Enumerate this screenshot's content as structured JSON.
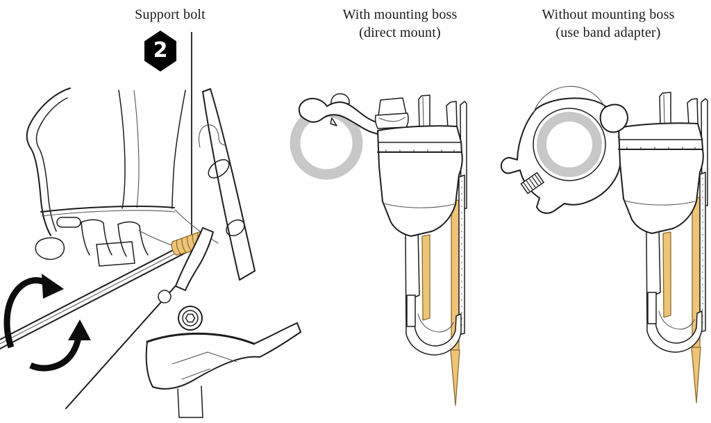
{
  "colors": {
    "line": "#1c1c1c",
    "thin": "#555555",
    "gold": "#eec476",
    "gold-dark": "#8a6a33",
    "ring": "#c8c8c8",
    "arrow": "#0d0d0d",
    "badge-bg": "#000000",
    "badge-fg": "#ffffff",
    "text": "#1a1a1a"
  },
  "panels": {
    "left": {
      "label": "Support bolt",
      "step_badge": "2"
    },
    "middle": {
      "caption": [
        "With mounting boss",
        "(direct mount)"
      ]
    },
    "right": {
      "caption": [
        "Without mounting boss",
        "(use band adapter)"
      ]
    }
  },
  "icons": {
    "step-badge": "black-hexagon-number",
    "support-bolt-callout-line": "vertical-leader-line",
    "hex-wrench": "allen-key-shaft",
    "rotation-arrows": "curved-counterclockwise-arrows",
    "support-bolt": "gold-threaded-bolt",
    "mounting-boss-ring": "gray-tube-cross-section",
    "direct-mount-arm": "curved-bracket",
    "band-adapter-clamp": "band-clamp-with-bolt",
    "chain-guide-plates": "gold-cage-plates"
  }
}
